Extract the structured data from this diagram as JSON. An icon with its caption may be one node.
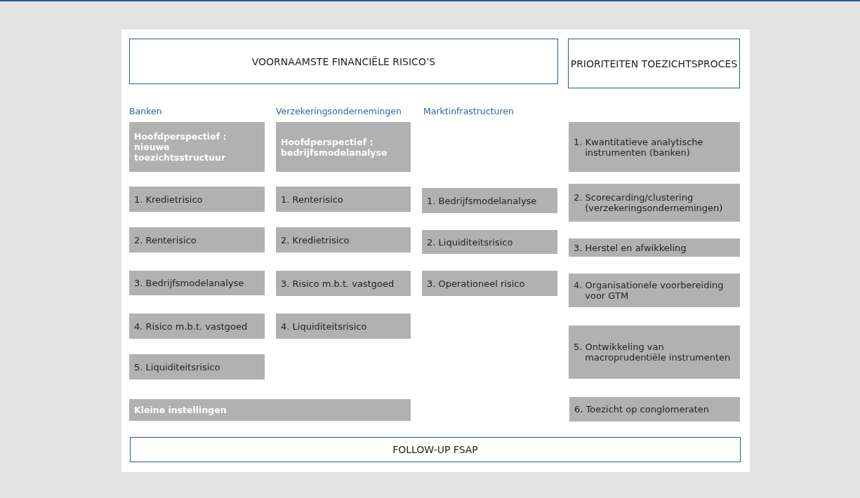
{
  "diagram": {
    "nodes": [
      {
        "text": [
          "VOORNAAMSTE FINANCIËLE RISICO’S"
        ]
      },
      {
        "text": [
          "PRIORITEITEN TOEZICHTSPROCES"
        ]
      },
      {
        "text": [
          "Hoofdperspectief : nieuwe toezichtsstructuur"
        ]
      },
      {
        "text": [
          "Hoofdperspectief : bedrijfsmodelanalyse"
        ]
      },
      {
        "text": [
          "1. Kredietrisico"
        ]
      },
      {
        "text": [
          "2. Renterisico"
        ]
      },
      {
        "text": [
          "3. Bedrijfsmodelanalyse"
        ]
      },
      {
        "text": [
          "4. Risico m.b.t. vastgoed"
        ]
      },
      {
        "text": [
          "5. Liquiditeitsrisico"
        ]
      },
      {
        "text": [
          "Kleine instellingen"
        ]
      },
      {
        "text": [
          "1. Renterisico"
        ]
      },
      {
        "text": [
          "2. Kredietrisico"
        ]
      },
      {
        "text": [
          "3. Risico m.b.t. vastgoed"
        ]
      },
      {
        "text": [
          "4. Liquiditeitsrisico"
        ]
      },
      {
        "text": [
          "1. Bedrijfsmodelanalyse"
        ]
      },
      {
        "text": [
          "2. Liquiditeitsrisico"
        ]
      },
      {
        "text": [
          "3. Operationeel risico"
        ]
      },
      {
        "text": [
          "1. Kwantitatieve analytische instrumenten (banken)"
        ]
      },
      {
        "text": [
          "2. Scorecarding/clustering (verzekeringsondernemingen)"
        ]
      },
      {
        "text": [
          "3. Herstel en afwikkeling"
        ]
      },
      {
        "text": [
          "4. Organisationele voorbereiding voor GTM"
        ]
      },
      {
        "text": [
          "5. Ontwikkeling van macroprudentiële instrumenten"
        ]
      },
      {
        "text": [
          "6. Toezicht op conglomeraten"
        ]
      },
      {
        "text": [
          "FOLLOW-UP FSAP"
        ]
      }
    ],
    "labels": [
      "Banken",
      "Verzekeringsondernemingen",
      "Marktinfrastructuren"
    ]
  }
}
